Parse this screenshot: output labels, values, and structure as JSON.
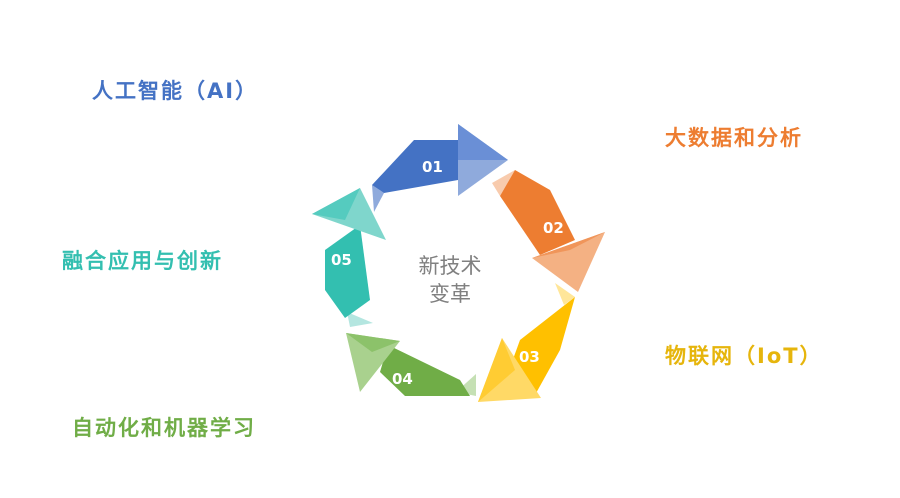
{
  "center": {
    "line1": "新技术",
    "line2": "变革"
  },
  "steps": [
    {
      "number": "01",
      "label": "人工智能（AI）",
      "color": "#4472C4"
    },
    {
      "number": "02",
      "label": "大数据和分析",
      "color": "#ED7D31"
    },
    {
      "number": "03",
      "label": "物联网（IoT）",
      "color": "#FFC000"
    },
    {
      "number": "04",
      "label": "自动化和机器学习",
      "color": "#70AD47"
    },
    {
      "number": "05",
      "label": "融合应用与创新",
      "color": "#33BFB0"
    }
  ]
}
